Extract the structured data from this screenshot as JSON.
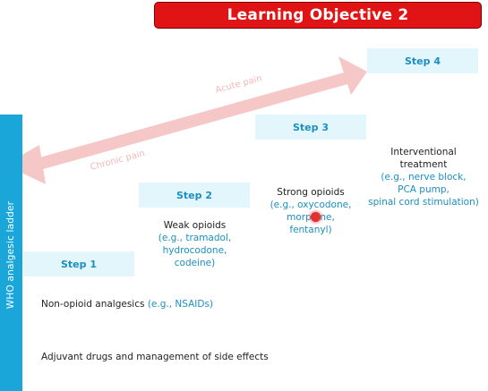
{
  "banner": {
    "title": "Learning Objective 2"
  },
  "sidebar": {
    "label": "WHO analgesic ladder"
  },
  "arrow": {
    "acute_label": "Acute pain",
    "chronic_label": "Chronic pain"
  },
  "steps": [
    {
      "label": "Step 1"
    },
    {
      "label": "Step 2",
      "main": "Weak opioids",
      "examples": [
        "(e.g., tramadol,",
        "hydrocodone,",
        "codeine)"
      ]
    },
    {
      "label": "Step 3",
      "main": "Strong opioids",
      "examples": [
        "(e.g., oxycodone,",
        "morphine,",
        "fentanyl)"
      ]
    },
    {
      "label": "Step 4",
      "main": [
        "Interventional",
        "treatment"
      ],
      "examples": [
        "(e.g., nerve block,",
        "PCA pump,",
        "spinal cord stimulation)"
      ]
    }
  ],
  "baseline": {
    "non_opioid_main": "Non-opioid analgesics ",
    "non_opioid_example": "(e.g., NSAIDs)",
    "adjuvant": "Adjuvant drugs and management of side effects"
  },
  "colors": {
    "accent": "#1a8fc0",
    "banner": "#e01414",
    "sidebar": "#1aa6d9",
    "step_bg": "#e3f6fb",
    "arrow": "#f6c7c7"
  }
}
